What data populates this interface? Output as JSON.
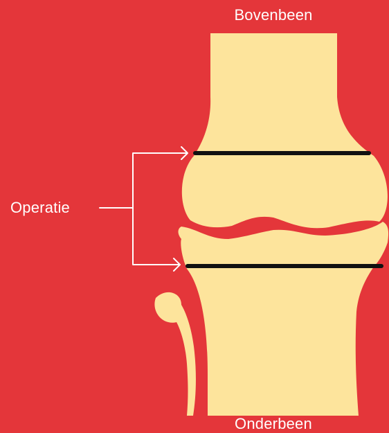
{
  "labels": {
    "top": "Bovenbeen",
    "bottom": "Onderbeen",
    "operation": "Operatie"
  },
  "colors": {
    "background": "#e4363a",
    "bone": "#fde49c",
    "cut_line": "#111111",
    "annotation": "#ffffff"
  }
}
